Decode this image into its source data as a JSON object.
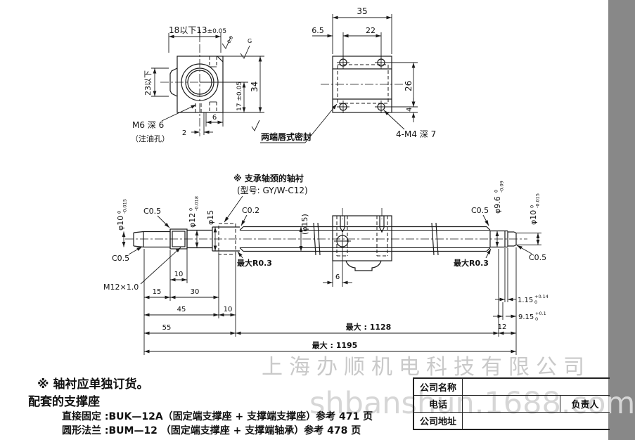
{
  "drawing": {
    "end_view": {
      "width_main": "18以下13",
      "width_tol": "±0.05",
      "h23": "23以下",
      "h34": "34",
      "h17": "17 ±0.05",
      "d6": "6",
      "d2": "2",
      "tap_label": "M6 深 6",
      "oil_label": "（注油孔）",
      "finish1": "0.8",
      "finish2": "G"
    },
    "top_view": {
      "d35": "35",
      "d65": "6.5",
      "d22": "22",
      "d26": "26",
      "d4": "4",
      "holes_label": "4-M4 深 7",
      "seal_label": "两端唇式密封"
    },
    "shaft": {
      "callout1": "※ 支承轴颈的轴衬",
      "callout2": "(型号: GY/W-C12)",
      "c05": "C0.5",
      "c02": "C0.2",
      "rmax": "最大R0.3",
      "thread_label": "M12×1.0",
      "dia10_left": {
        "main": "φ10",
        "upper": "0",
        "lower": "-0.015"
      },
      "dia12": {
        "main": "φ12",
        "upper": "0",
        "lower": "-0.018"
      },
      "dia15": "φ15",
      "dia15_ref": "(φ15)",
      "dia96": {
        "main": "φ9.6",
        "upper": "0",
        "lower": "-0.09"
      },
      "dia10_right": {
        "main": "φ10",
        "upper": "0",
        "lower": "-0.015"
      },
      "d10a": "10",
      "d15": "15",
      "d30": "30",
      "d45": "45",
      "d10b": "10",
      "d55": "55",
      "d6": "6",
      "d12": "12",
      "groove": {
        "main": "1.15",
        "upper": "+0.14",
        "lower": "0"
      },
      "end_len": {
        "main": "9.15",
        "upper": "+0.1",
        "lower": "0"
      },
      "max1128": "最大 : 1128",
      "max1195": "最大 : 1195"
    }
  },
  "notes": {
    "line1": "※ 轴衬应单独订货。",
    "line2": "配套的支撑座",
    "line3": "直接固定 :BUK—12A（固定端支撑座 + 支撑端支撑座）参考 471 页",
    "line4": "圆形法兰 :BUM—12 （固定端支撑座 + 支撑端轴承）参考 478 页"
  },
  "info_table": {
    "company_label": "公司名称",
    "phone_label": "电话",
    "manager_label": "负责人",
    "address_label": "公司地址"
  },
  "watermark": {
    "company": "上海办顺机电科技有限公司",
    "url": "shbanshun.1688.com"
  }
}
